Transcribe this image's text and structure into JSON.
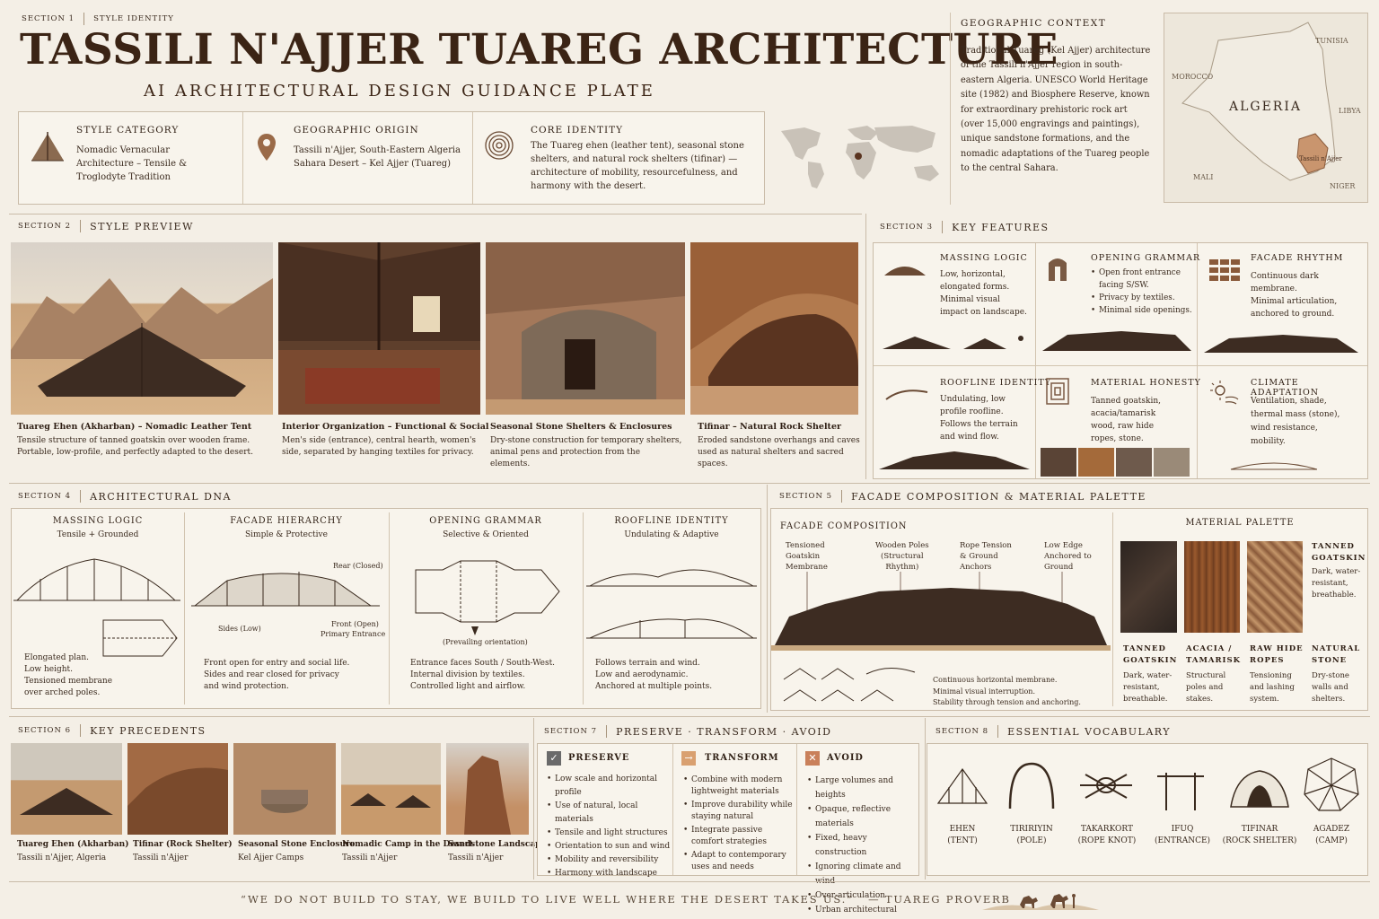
{
  "header": {
    "section_label": "SECTION 1",
    "section_title": "STYLE IDENTITY",
    "title": "TASSILI N'AJJER TUAREG ARCHITECTURE",
    "subtitle": "AI ARCHITECTURAL DESIGN GUIDANCE PLATE"
  },
  "identity": [
    {
      "title": "STYLE CATEGORY",
      "icon": "tent-icon",
      "text": "Nomadic Vernacular Architecture – Tensile & Troglodyte Tradition"
    },
    {
      "title": "GEOGRAPHIC ORIGIN",
      "icon": "location-pin-icon",
      "text": "Tassili n'Ajjer, South-Eastern Algeria Sahara Desert – Kel Ajjer (Tuareg)"
    },
    {
      "title": "CORE IDENTITY",
      "icon": "labyrinth-icon",
      "text": "The Tuareg ehen (leather tent), seasonal stone shelters, and natural rock shelters (tifinar) — architecture of mobility, resourcefulness, and harmony with the desert."
    }
  ],
  "geo": {
    "title": "GEOGRAPHIC CONTEXT",
    "text": "Traditional Tuareg (Kel Ajjer) architecture of the Tassili n'Ajjer region in south-eastern Algeria. UNESCO World Heritage site (1982) and Biosphere Reserve, known for extraordinary prehistoric rock art (over 15,000 engravings and paintings), unique sandstone formations, and the nomadic adaptations of the Tuareg people to the central Sahara.",
    "map": {
      "country": "ALGERIA",
      "region": "Tassili n'Ajjer",
      "morocco": "MOROCCO",
      "tunisia": "TUNISIA",
      "libya": "LIBYA",
      "mali": "MALI",
      "niger": "NIGER"
    }
  },
  "s2": {
    "label": "SECTION 2",
    "title": "STYLE PREVIEW",
    "items": [
      {
        "title": "Tuareg Ehen (Akharban) – Nomadic Leather Tent",
        "desc": "Tensile structure of tanned goatskin over wooden frame. Portable, low-profile, and perfectly adapted to the desert."
      },
      {
        "title": "Interior Organization – Functional & Social",
        "desc": "Men's side (entrance), central hearth, women's side, separated by hanging textiles for privacy."
      },
      {
        "title": "Seasonal Stone Shelters & Enclosures",
        "desc": "Dry-stone construction for temporary shelters, animal pens and protection from the elements."
      },
      {
        "title": "Tifinar – Natural Rock Shelter",
        "desc": "Eroded sandstone overhangs and caves used as natural shelters and sacred spaces."
      }
    ]
  },
  "s3": {
    "label": "SECTION 3",
    "title": "KEY FEATURES",
    "items": [
      {
        "title": "MASSING LOGIC",
        "icon": "mound-icon",
        "lines": [
          "Low, horizontal,",
          "elongated forms.",
          "Minimal visual",
          "impact on landscape."
        ]
      },
      {
        "title": "OPENING GRAMMAR",
        "icon": "doorway-icon",
        "bullets": [
          "Open front entrance facing S/SW.",
          "Privacy by textiles.",
          "Minimal side openings."
        ]
      },
      {
        "title": "FACADE RHYTHM",
        "icon": "grid-pattern-icon",
        "lines": [
          "Continuous dark",
          "membrane.",
          "Minimal articulation,",
          "anchored to ground."
        ]
      },
      {
        "title": "ROOFLINE IDENTITY",
        "icon": "curve-icon",
        "lines": [
          "Undulating, low",
          "profile roofline.",
          "Follows the terrain",
          "and wind flow."
        ]
      },
      {
        "title": "MATERIAL HONESTY",
        "icon": "pattern-icon",
        "lines": [
          "Tanned goatskin,",
          "acacia/tamarisk",
          "wood, raw hide",
          "ropes, stone."
        ]
      },
      {
        "title": "CLIMATE ADAPTATION",
        "icon": "sun-wind-icon",
        "lines": [
          "Ventilation, shade,",
          "thermal mass (stone),",
          "wind resistance,",
          "mobility."
        ]
      }
    ]
  },
  "s4": {
    "label": "SECTION 4",
    "title": "ARCHITECTURAL DNA",
    "cols": [
      {
        "title": "MASSING LOGIC",
        "sub": "Tensile + Grounded",
        "notes": [
          "Elongated plan.",
          "Low height.",
          "Tensioned membrane",
          "over arched poles."
        ]
      },
      {
        "title": "FACADE HIERARCHY",
        "sub": "Simple & Protective",
        "rear": "Rear (Closed)",
        "sides": "Sides (Low)",
        "front": "Front (Open)",
        "front2": "Primary Entrance",
        "notes": [
          "Front open for entry and social life.",
          "Sides and rear closed for privacy",
          "and wind protection."
        ]
      },
      {
        "title": "OPENING GRAMMAR",
        "sub": "Selective & Oriented",
        "orient": "(Prevailing orientation)",
        "notes": [
          "Entrance faces South / South-West.",
          "Internal division by textiles.",
          "Controlled light and airflow."
        ]
      },
      {
        "title": "ROOFLINE IDENTITY",
        "sub": "Undulating & Adaptive",
        "notes": [
          "Follows terrain and wind.",
          "Low and aerodynamic.",
          "Anchored at multiple points."
        ]
      }
    ]
  },
  "s5": {
    "label": "SECTION 5",
    "title": "FACADE COMPOSITION & MATERIAL PALETTE",
    "fc_title": "FACADE COMPOSITION",
    "callouts": [
      [
        "Tensioned",
        "Goatskin",
        "Membrane"
      ],
      [
        "Wooden Poles",
        "(Structural",
        "Rhythm)"
      ],
      [
        "Rope Tension",
        "& Ground",
        "Anchors"
      ],
      [
        "Low Edge",
        "Anchored to",
        "Ground"
      ]
    ],
    "fc_notes": [
      "Continuous horizontal membrane.",
      "Minimal visual interruption.",
      "Stability through tension and anchoring."
    ],
    "mp_title": "MATERIAL PALETTE",
    "swatch_side": {
      "name": [
        "TANNED",
        "GOATSKIN"
      ],
      "desc": [
        "Dark, water-",
        "resistant,",
        "breathable."
      ]
    },
    "materials": [
      {
        "name": [
          "TANNED",
          "GOATSKIN"
        ],
        "desc": [
          "Dark, water-",
          "resistant,",
          "breathable."
        ]
      },
      {
        "name": [
          "ACACIA /",
          "TAMARISK"
        ],
        "desc": [
          "Structural",
          "poles and",
          "stakes."
        ]
      },
      {
        "name": [
          "RAW HIDE",
          "ROPES"
        ],
        "desc": [
          "Tensioning",
          "and lashing",
          "system."
        ]
      },
      {
        "name": [
          "NATURAL",
          "STONE"
        ],
        "desc": [
          "Dry-stone",
          "walls and",
          "shelters."
        ]
      }
    ]
  },
  "s6": {
    "label": "SECTION 6",
    "title": "KEY PRECEDENTS",
    "items": [
      {
        "title": "Tuareg Ehen (Akharban)",
        "loc": "Tassili n'Ajjer, Algeria"
      },
      {
        "title": "Tifinar (Rock Shelter)",
        "loc": "Tassili n'Ajjer"
      },
      {
        "title": "Seasonal Stone Enclosure",
        "loc": "Kel Ajjer Camps"
      },
      {
        "title": "Nomadic Camp in the Desert",
        "loc": "Tassili n'Ajjer"
      },
      {
        "title": "Sandstone Landscape",
        "loc": "Tassili n'Ajjer"
      }
    ]
  },
  "s7": {
    "label": "SECTION 7",
    "title": "PRESERVE · TRANSFORM · AVOID",
    "cols": [
      {
        "title": "PRESERVE",
        "icon": "check-icon",
        "items": [
          "Low scale and horizontal profile",
          "Use of natural, local materials",
          "Tensile and light structures",
          "Orientation to sun and wind",
          "Mobility and reversibility",
          "Harmony with landscape"
        ]
      },
      {
        "title": "TRANSFORM",
        "icon": "arrow-icon",
        "items": [
          "Combine with modern lightweight materials",
          "Improve durability while staying natural",
          "Integrate passive comfort strategies",
          "Adapt to contemporary uses and needs"
        ]
      },
      {
        "title": "AVOID",
        "icon": "x-icon",
        "items": [
          "Large volumes and heights",
          "Opaque, reflective materials",
          "Fixed, heavy construction",
          "Ignoring climate and wind",
          "Over-articulation",
          "Urban architectural language"
        ]
      }
    ]
  },
  "s8": {
    "label": "SECTION 8",
    "title": "ESSENTIAL VOCABULARY",
    "items": [
      {
        "name": "EHEN",
        "sub": "(TENT)"
      },
      {
        "name": "TIRIRIYIN",
        "sub": "(POLE)"
      },
      {
        "name": "TAKARKORT",
        "sub": "(ROPE KNOT)"
      },
      {
        "name": "IFUQ",
        "sub": "(ENTRANCE)"
      },
      {
        "name": "TIFINAR",
        "sub": "(ROCK SHELTER)"
      },
      {
        "name": "AGADEZ",
        "sub": "(CAMP)"
      }
    ]
  },
  "footer": {
    "quote": "“WE DO NOT BUILD TO STAY, WE BUILD TO LIVE WELL WHERE THE DESERT TAKES US.”",
    "attrib": "— TUAREG PROVERB"
  }
}
